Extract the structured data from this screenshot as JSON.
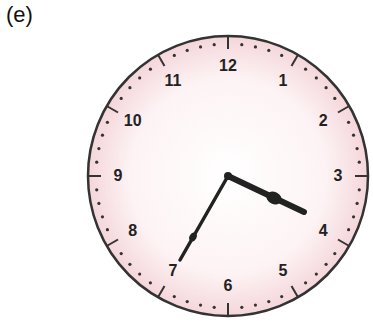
{
  "diagram": {
    "labels": [
      "(e)",
      "12",
      "1",
      "2",
      "3",
      "4",
      "5",
      "6",
      "7",
      "8",
      "9",
      "10",
      "11"
    ]
  }
}
